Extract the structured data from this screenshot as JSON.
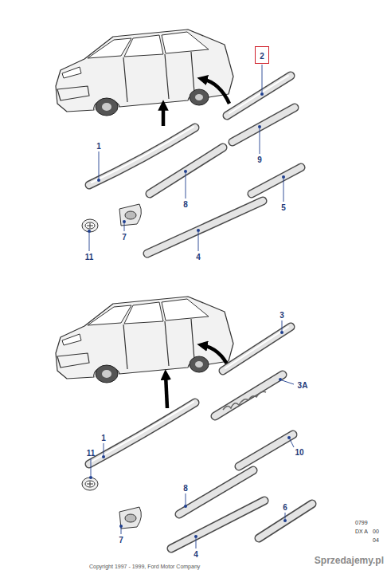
{
  "diagram": {
    "nodes": [
      {
        "text": [
          "2"
        ]
      }
    ],
    "labels": [
      "1",
      "9",
      "8",
      "5",
      "7",
      "11",
      "4",
      "3",
      "3A",
      "1",
      "11",
      "10",
      "8",
      "6",
      "7",
      "4",
      "Copyright 1997 - 1999, Ford Motor Company",
      "0799",
      "DX A",
      "00",
      "04",
      "Sprzedajemy.pl"
    ]
  }
}
